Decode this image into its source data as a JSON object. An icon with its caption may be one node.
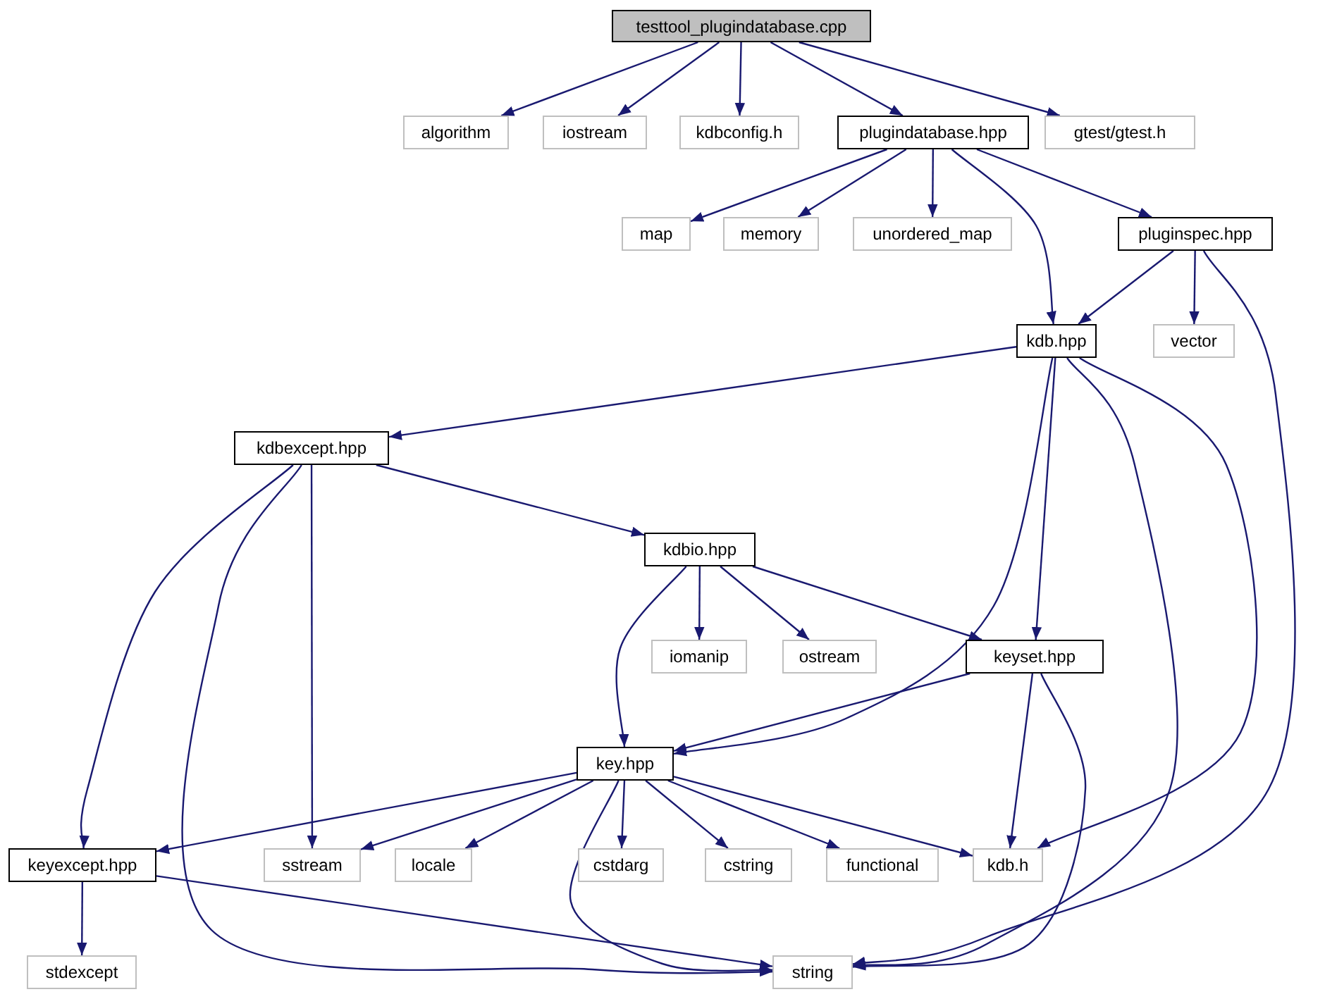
{
  "diagram": {
    "nodes": [
      {
        "text": [
          "testtool_plugindatabase.cpp"
        ]
      },
      {
        "text": [
          "algorithm"
        ]
      },
      {
        "text": [
          "iostream"
        ]
      },
      {
        "text": [
          "kdbconfig.h"
        ]
      },
      {
        "text": [
          "plugindatabase.hpp"
        ]
      },
      {
        "text": [
          "gtest/gtest.h"
        ]
      },
      {
        "text": [
          "map"
        ]
      },
      {
        "text": [
          "memory"
        ]
      },
      {
        "text": [
          "unordered_map"
        ]
      },
      {
        "text": [
          "pluginspec.hpp"
        ]
      },
      {
        "text": [
          "kdb.hpp"
        ]
      },
      {
        "text": [
          "vector"
        ]
      },
      {
        "text": [
          "kdbexcept.hpp"
        ]
      },
      {
        "text": [
          "kdbio.hpp"
        ]
      },
      {
        "text": [
          "iomanip"
        ]
      },
      {
        "text": [
          "ostream"
        ]
      },
      {
        "text": [
          "keyset.hpp"
        ]
      },
      {
        "text": [
          "key.hpp"
        ]
      },
      {
        "text": [
          "keyexcept.hpp"
        ]
      },
      {
        "text": [
          "sstream"
        ]
      },
      {
        "text": [
          "locale"
        ]
      },
      {
        "text": [
          "cstdarg"
        ]
      },
      {
        "text": [
          "cstring"
        ]
      },
      {
        "text": [
          "functional"
        ]
      },
      {
        "text": [
          "kdb.h"
        ]
      },
      {
        "text": [
          "stdexcept"
        ]
      },
      {
        "text": [
          "string"
        ]
      }
    ],
    "edges": [
      {
        "from": 0,
        "to": 1,
        "arrow": "to"
      },
      {
        "from": 0,
        "to": 2,
        "arrow": "to"
      },
      {
        "from": 0,
        "to": 3,
        "arrow": "to"
      },
      {
        "from": 0,
        "to": 4,
        "arrow": "to"
      },
      {
        "from": 0,
        "to": 5,
        "arrow": "to"
      },
      {
        "from": 4,
        "to": 6,
        "arrow": "to"
      },
      {
        "from": 4,
        "to": 7,
        "arrow": "to"
      },
      {
        "from": 4,
        "to": 8,
        "arrow": "to"
      },
      {
        "from": 4,
        "to": 10,
        "arrow": "to"
      },
      {
        "from": 4,
        "to": 9,
        "arrow": "to"
      },
      {
        "from": 9,
        "to": 10,
        "arrow": "to"
      },
      {
        "from": 9,
        "to": 11,
        "arrow": "to"
      },
      {
        "from": 9,
        "to": 26,
        "arrow": "to"
      },
      {
        "from": 10,
        "to": 12,
        "arrow": "to"
      },
      {
        "from": 10,
        "to": 17,
        "arrow": "to"
      },
      {
        "from": 10,
        "to": 16,
        "arrow": "to"
      },
      {
        "from": 10,
        "to": 26,
        "arrow": "to"
      },
      {
        "from": 10,
        "to": 24,
        "arrow": "to"
      },
      {
        "from": 12,
        "to": 18,
        "arrow": "to"
      },
      {
        "from": 12,
        "to": 26,
        "arrow": "to"
      },
      {
        "from": 12,
        "to": 19,
        "arrow": "to"
      },
      {
        "from": 12,
        "to": 13,
        "arrow": "to"
      },
      {
        "from": 13,
        "to": 17,
        "arrow": "to"
      },
      {
        "from": 13,
        "to": 14,
        "arrow": "to"
      },
      {
        "from": 13,
        "to": 15,
        "arrow": "to"
      },
      {
        "from": 13,
        "to": 16,
        "arrow": "to"
      },
      {
        "from": 16,
        "to": 17,
        "arrow": "to"
      },
      {
        "from": 16,
        "to": 24,
        "arrow": "to"
      },
      {
        "from": 16,
        "to": 26,
        "arrow": "to"
      },
      {
        "from": 17,
        "to": 18,
        "arrow": "to"
      },
      {
        "from": 17,
        "to": 19,
        "arrow": "to"
      },
      {
        "from": 17,
        "to": 20,
        "arrow": "to"
      },
      {
        "from": 17,
        "to": 21,
        "arrow": "to"
      },
      {
        "from": 17,
        "to": 22,
        "arrow": "to"
      },
      {
        "from": 17,
        "to": 23,
        "arrow": "to"
      },
      {
        "from": 17,
        "to": 24,
        "arrow": "to"
      },
      {
        "from": 17,
        "to": 26,
        "arrow": "to"
      },
      {
        "from": 18,
        "to": 25,
        "arrow": "to"
      },
      {
        "from": 18,
        "to": 26,
        "arrow": "to"
      }
    ]
  }
}
